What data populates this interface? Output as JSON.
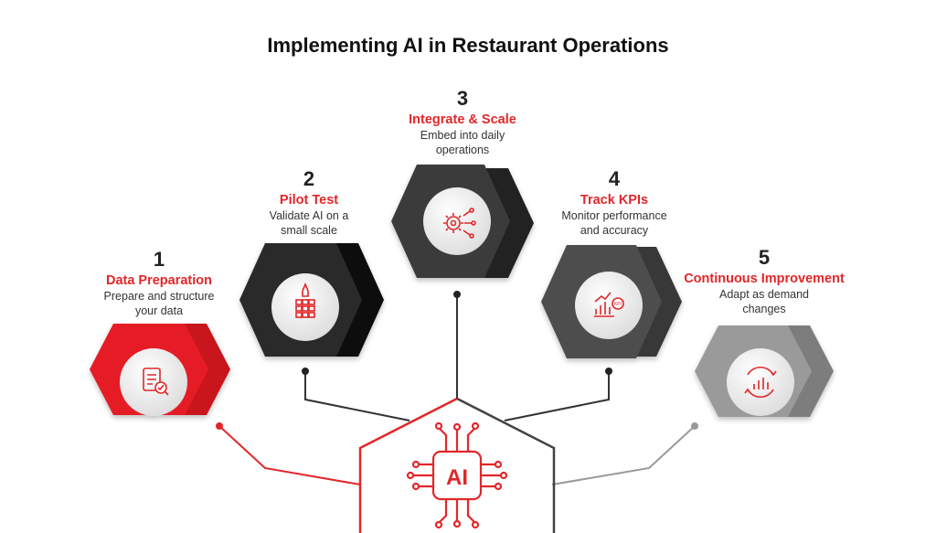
{
  "title": "Implementing AI in Restaurant Operations",
  "hub": {
    "label": "AI",
    "icon": "ai-chip-icon"
  },
  "colors": {
    "accent": "#e32629",
    "dark": "#222222",
    "step1": "#e51e25",
    "step2": "#2b2b2b",
    "step3": "#3a3a3a",
    "step4": "#4e4e4e",
    "step5": "#9a9a9a"
  },
  "steps": [
    {
      "number": "1",
      "title": "Data Preparation",
      "desc1": "Prepare and structure",
      "desc2": "your data",
      "icon": "report-analysis-icon"
    },
    {
      "number": "2",
      "title": "Pilot Test",
      "desc1": "Validate AI on a",
      "desc2": "small scale",
      "icon": "rocket-grid-icon"
    },
    {
      "number": "3",
      "title": "Integrate & Scale",
      "desc1": "Embed into daily",
      "desc2": "operations",
      "icon": "gear-network-icon"
    },
    {
      "number": "4",
      "title": "Track KPIs",
      "desc1": "Monitor performance",
      "desc2": "and accuracy",
      "icon": "kpi-chart-icon"
    },
    {
      "number": "5",
      "title": "Continuous Improvement",
      "desc1": "Adapt as demand",
      "desc2": "changes",
      "icon": "improvement-cycle-icon"
    }
  ]
}
